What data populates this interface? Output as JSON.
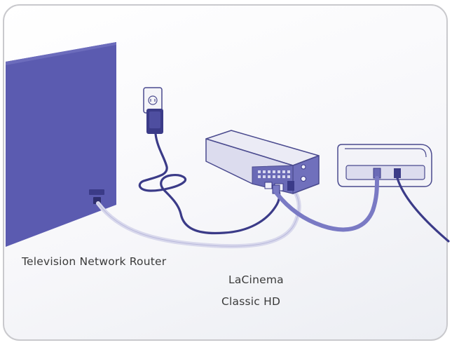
{
  "labels": {
    "television_network_router": "Television Network Router",
    "lacinema_line1": "LaCinema",
    "lacinema_line2": "Classic HD"
  },
  "colors": {
    "tv_fill": "#5b5bb0",
    "cable_dark": "#3b3b88",
    "cable_medium": "#7a7ac4",
    "cable_light": "#d8d8ec",
    "outline": "#4a4a8e",
    "frame_border": "#c9c9cd"
  },
  "icons": [
    "power-outlet-icon",
    "power-adapter-icon",
    "lacinema-device-icon",
    "router-device-icon",
    "television-icon"
  ]
}
